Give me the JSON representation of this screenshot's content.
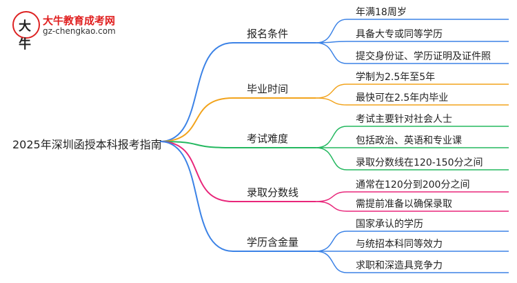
{
  "logo": {
    "name": "大牛教育成考网",
    "url": "gz-chengkao.com",
    "mark": "大牛"
  },
  "root": "2025年深圳函授本科报考指南",
  "colors": {
    "blue": "#3b82e6",
    "orange": "#f2a31b",
    "green": "#23b85f",
    "pink": "#e8267a"
  },
  "branches": [
    {
      "label": "报名条件",
      "color": "blue",
      "leaves": [
        "年满18周岁",
        "具备大专或同等学历",
        "提交身份证、学历证明及证件照"
      ]
    },
    {
      "label": "毕业时间",
      "color": "orange",
      "leaves": [
        "学制为2.5年至5年",
        "最快可在2.5年内毕业"
      ]
    },
    {
      "label": "考试难度",
      "color": "green",
      "leaves": [
        "考试主要针对社会人士",
        "包括政治、英语和专业课",
        "录取分数线在120-150分之间"
      ]
    },
    {
      "label": "录取分数线",
      "color": "pink",
      "leaves": [
        "通常在120分到200分之间",
        "需提前准备以确保录取"
      ]
    },
    {
      "label": "学历含金量",
      "color": "blue",
      "leaves": [
        "国家承认的学历",
        "与统招本科同等效力",
        "求职和深造具竞争力"
      ]
    }
  ]
}
